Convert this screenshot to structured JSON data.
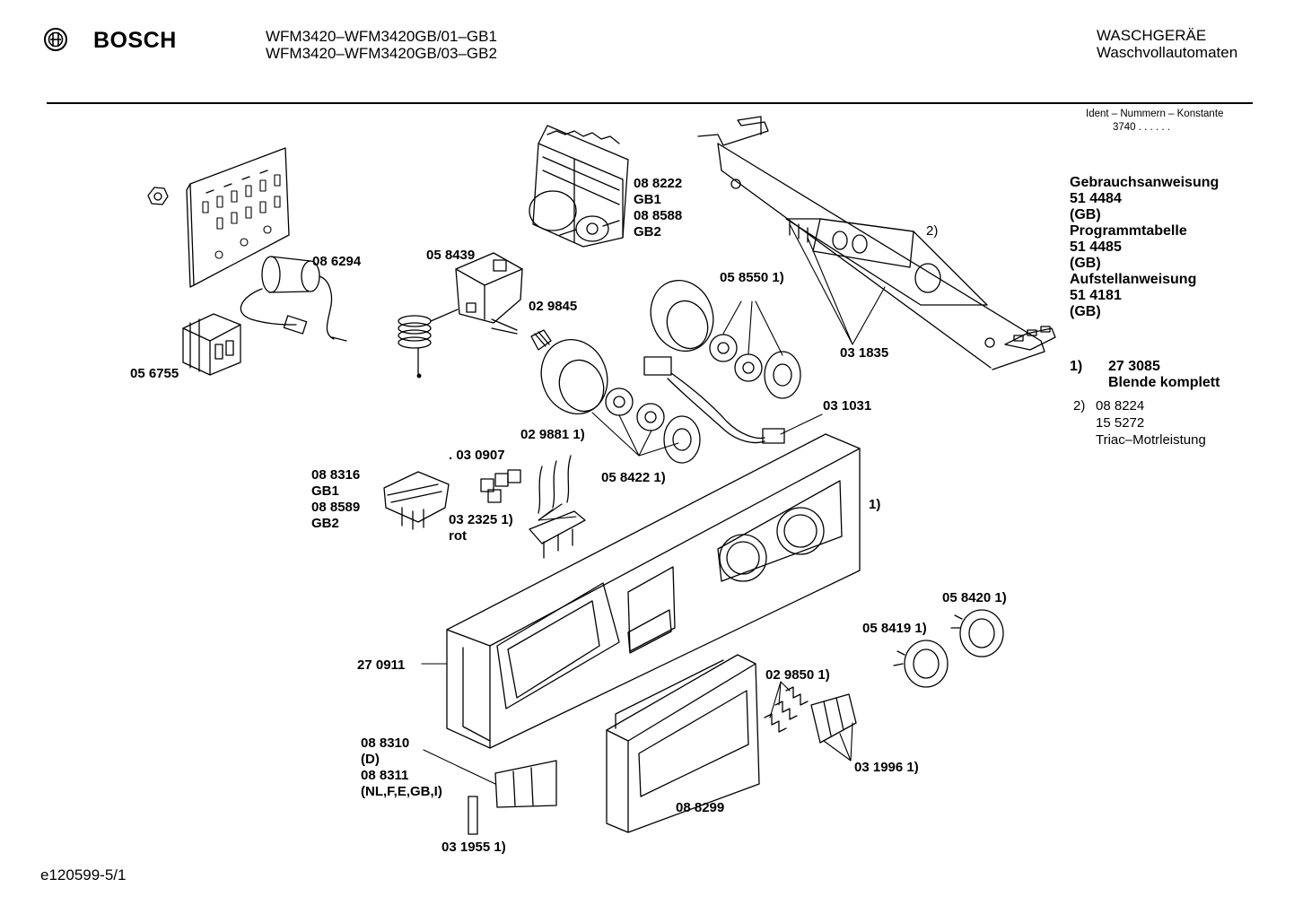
{
  "header": {
    "brand": "BOSCH",
    "models": [
      "WFM3420–WFM3420GB/01–GB1",
      "WFM3420–WFM3420GB/03–GB2"
    ],
    "category": "WASCHGERÄE",
    "subcategory": "Waschvollautomaten",
    "ident_label": "Ident – Nummern – Konstante",
    "ident_value": "3740 . . . . . ."
  },
  "sidebar": {
    "docs": [
      "Gebrauchsanweisung",
      "51 4484",
      "(GB)",
      "Programmtabelle",
      "51 4485",
      "(GB)",
      "Aufstellanweisung",
      "51 4181",
      "(GB)"
    ],
    "note1_key": "1)",
    "note1_lines": [
      "27 3085",
      "Blende komplett"
    ],
    "note2_key": "2)",
    "note2_lines": [
      "08 8224",
      "15 5272",
      "Triac–Motrleistung"
    ]
  },
  "parts": {
    "p086294": "08 6294",
    "p056755": "05 6755",
    "p088222": [
      "08 8222",
      "GB1",
      "08 8588",
      "GB2"
    ],
    "p058439": "05 8439",
    "p029845": "02 9845",
    "p0585501": "05 8550 1)",
    "p031835": "03 1835",
    "note2": "2)",
    "p031031": "03 1031",
    "p0584221": "05 8422 1)",
    "p030907": ". 03 0907",
    "p0298811": "02 9881 1)",
    "p088316": [
      "08 8316",
      "GB1",
      "08 8589",
      "GB2"
    ],
    "p0323251": [
      "03 2325 1)",
      "rot"
    ],
    "note1": "1)",
    "p0584201": "05 8420 1)",
    "p0584191": "05 8419 1)",
    "p270911": "27 0911",
    "p0298501": "02 9850 1)",
    "p088310": [
      "08 8310",
      "(D)",
      "08 8311",
      "(NL,F,E,GB,I)"
    ],
    "p0319961": "03 1996 1)",
    "p088299": "08 8299",
    "p0319551": "03 1955 1)"
  },
  "footer": {
    "code": "e120599-5/1"
  }
}
